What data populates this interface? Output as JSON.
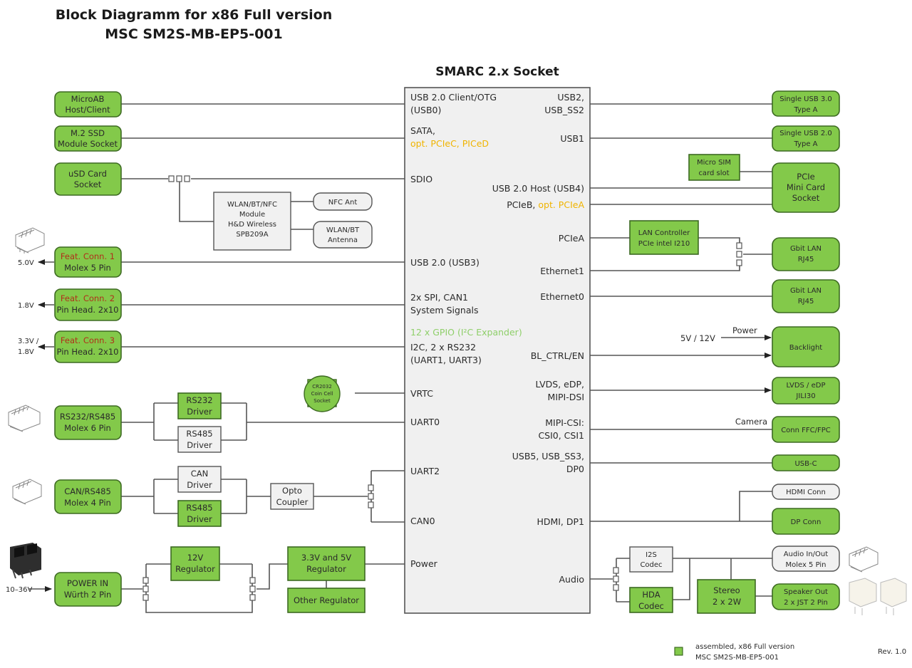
{
  "title": {
    "line1": "Block Diagramm for x86 Full version",
    "line2": "MSC SM2S-MB-EP5-001"
  },
  "socket": {
    "title": "SMARC 2.x Socket",
    "left_signals": [
      {
        "lines": [
          "USB 2.0 Client/OTG",
          "(USB0)"
        ]
      },
      {
        "lines": [
          "SATA,"
        ],
        "opt": "opt. PCIeC, PICeD"
      },
      {
        "lines": [
          "SDIO"
        ]
      },
      {
        "lines": [
          "USB 2.0 (USB3)"
        ]
      },
      {
        "lines": [
          "2x SPI, CAN1",
          "System Signals"
        ]
      },
      {
        "gpio": "12 x GPIO (I²C Expander)"
      },
      {
        "lines": [
          "I2C, 2 x RS232",
          "(UART1, UART3)"
        ]
      },
      {
        "lines": [
          "VRTC"
        ]
      },
      {
        "lines": [
          "UART0"
        ]
      },
      {
        "lines": [
          "UART2"
        ]
      },
      {
        "lines": [
          "CAN0"
        ]
      },
      {
        "lines": [
          "Power"
        ]
      }
    ],
    "right_signals": [
      {
        "lines": [
          "USB2,",
          "USB_SS2"
        ]
      },
      {
        "lines": [
          "USB1"
        ]
      },
      {
        "lines": [
          "USB 2.0 Host (USB4)"
        ]
      },
      {
        "main": "PCIeB, ",
        "opt": "opt. PCIeA"
      },
      {
        "lines": [
          "PCIeA"
        ]
      },
      {
        "lines": [
          "Ethernet1"
        ]
      },
      {
        "lines": [
          "Ethernet0"
        ]
      },
      {
        "lines": [
          "BL_CTRL/EN"
        ]
      },
      {
        "lines": [
          "LVDS, eDP,",
          "MIPI-DSI"
        ]
      },
      {
        "lines": [
          "MIPI-CSI:",
          "CSI0, CSI1"
        ]
      },
      {
        "lines": [
          "USB5, USB_SS3,",
          "DP0"
        ]
      },
      {
        "lines": [
          "HDMI, DP1"
        ]
      },
      {
        "lines": [
          "Audio"
        ]
      }
    ]
  },
  "left_blocks": {
    "microab": [
      "MicroAB",
      "Host/Client"
    ],
    "m2ssd": [
      "M.2 SSD",
      "Module Socket"
    ],
    "usd": [
      "uSD Card",
      "Socket"
    ],
    "wlan_module": [
      "WLAN/BT/NFC",
      "Module",
      "H&D Wireless",
      "SPB209A"
    ],
    "nfc_ant": [
      "NFC Ant"
    ],
    "wlan_ant": [
      "WLAN/BT",
      "Antenna"
    ],
    "feat1": {
      "title": "Feat. Conn. 1",
      "sub": "Molex 5 Pin",
      "voltage": "5.0V"
    },
    "feat2": {
      "title": "Feat. Conn. 2",
      "sub": "Pin Head. 2x10",
      "voltage": "1.8V"
    },
    "feat3": {
      "title": "Feat. Conn. 3",
      "sub": "Pin Head. 2x10",
      "voltage_lines": [
        "3.3V /",
        "1.8V"
      ]
    },
    "coin_cell": [
      "CR2032",
      "Coin Cell",
      "Socket"
    ],
    "rs232_485": [
      "RS232/RS485",
      "Molex 6 Pin"
    ],
    "rs232_driver": [
      "RS232",
      "Driver"
    ],
    "rs485_driver_a": [
      "RS485",
      "Driver"
    ],
    "can_rs485": [
      "CAN/RS485",
      "Molex 4 Pin"
    ],
    "can_driver": [
      "CAN",
      "Driver"
    ],
    "rs485_driver_b": [
      "RS485",
      "Driver"
    ],
    "opto": [
      "Opto",
      "Coupler"
    ],
    "power_in": {
      "lines": [
        "POWER IN",
        "Würth 2 Pin"
      ],
      "voltage": "10–36V"
    },
    "reg12": [
      "12V",
      "Regulator"
    ],
    "reg335": [
      "3.3V and 5V",
      "Regulator"
    ],
    "other_reg": [
      "Other Regulator"
    ]
  },
  "right_blocks": {
    "usb30": [
      "Single USB 3.0",
      "Type A"
    ],
    "usb20": [
      "Single USB 2.0",
      "Type A"
    ],
    "microsim": [
      "Micro SIM",
      "card slot"
    ],
    "pcie_mini": [
      "PCIe",
      "Mini Card",
      "Socket"
    ],
    "lan_ctrl": [
      "LAN Controller",
      "PCIe intel I210"
    ],
    "gbit1": [
      "Gbit LAN",
      "RJ45"
    ],
    "gbit0": [
      "Gbit LAN",
      "RJ45"
    ],
    "backlight": {
      "lines": [
        "Backlight"
      ],
      "power_label": "Power",
      "voltage": "5V / 12V"
    },
    "lvds": [
      "LVDS / eDP",
      "JILI30"
    ],
    "camera": {
      "lines": [
        "Conn FFC/FPC"
      ],
      "label": "Camera"
    },
    "usbc": [
      "USB-C"
    ],
    "hdmi": [
      "HDMI Conn"
    ],
    "dp": [
      "DP Conn"
    ],
    "i2s": [
      "I2S",
      "Codec"
    ],
    "hda": [
      "HDA",
      "Codec"
    ],
    "stereo": [
      "Stereo",
      "2 x 2W"
    ],
    "audio_io": [
      "Audio In/Out",
      "Molex 5 Pin"
    ],
    "speaker": [
      "Speaker Out",
      "2 x JST 2 Pin"
    ]
  },
  "legend": {
    "lines": [
      "assembled, x86 Full version",
      "MSC SM2S-MB-EP5-001"
    ],
    "color": "#83c94a"
  },
  "revision": "Rev. 1.0",
  "colors": {
    "assembled_green": "#83c94a",
    "not_assembled_grey": "#f1f1f1",
    "optional_text": "#f0b400",
    "gpio_text": "#8fcf6a",
    "feature_title": "#b0301a"
  }
}
